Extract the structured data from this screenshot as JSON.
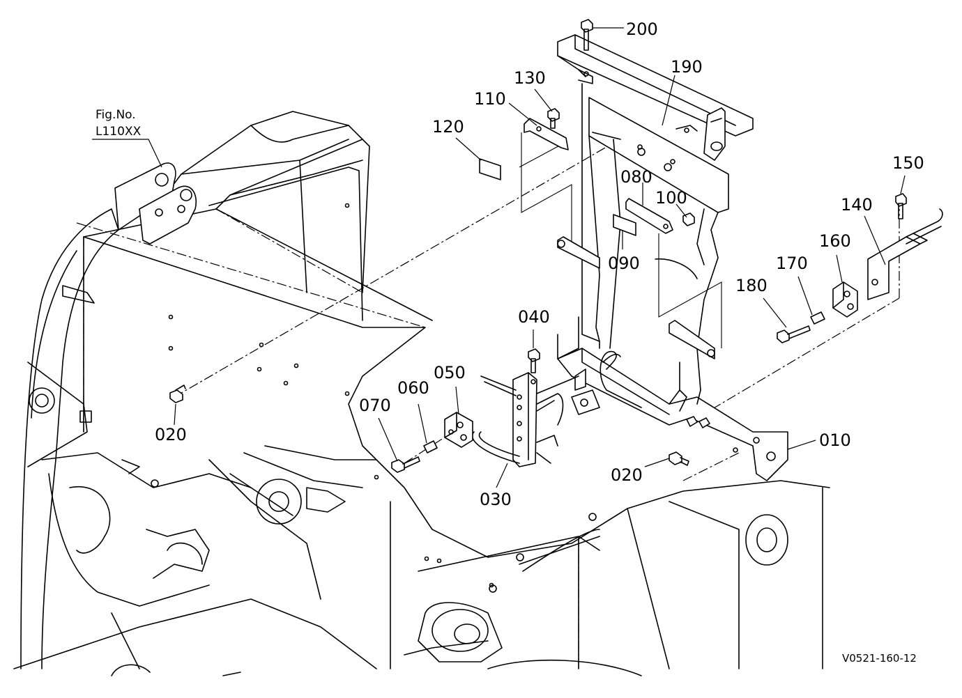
{
  "figure_ref": {
    "line1": "Fig.No.",
    "line2": "L110XX"
  },
  "drawing_code": "V0521-160-12",
  "part_labels": {
    "p010": "010",
    "p020a": "020",
    "p020b": "020",
    "p030": "030",
    "p040": "040",
    "p050": "050",
    "p060": "060",
    "p070": "070",
    "p080": "080",
    "p090": "090",
    "p100": "100",
    "p110": "110",
    "p120": "120",
    "p130": "130",
    "p140": "140",
    "p150": "150",
    "p160": "160",
    "p170": "170",
    "p180": "180",
    "p190": "190",
    "p200": "200"
  }
}
